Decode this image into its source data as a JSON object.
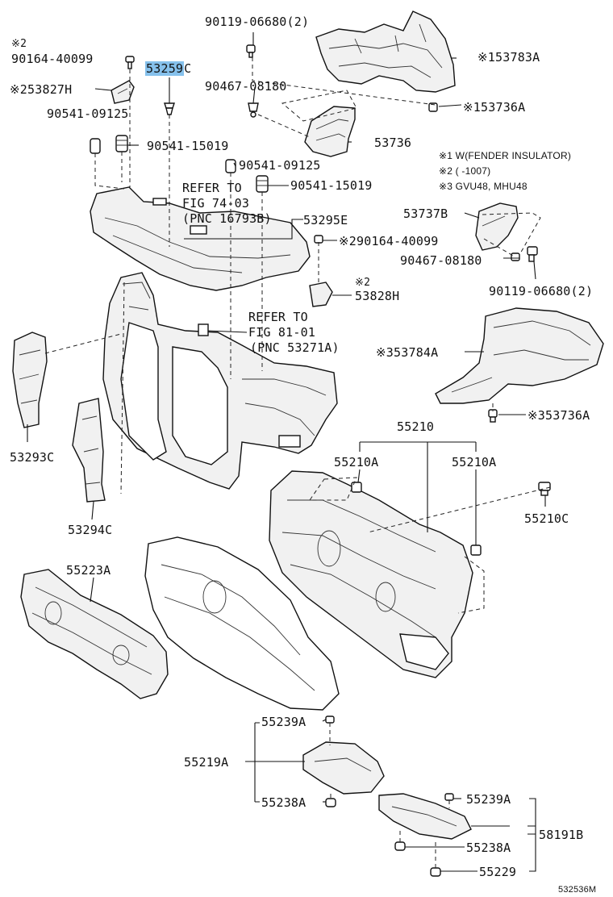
{
  "diagram": {
    "labels": {
      "note_90164_40099_a": "※2",
      "part_90164_40099_a": "90164-40099",
      "part_53259c_num": "53259",
      "part_53259c_suf": "C",
      "part_90119_06680_a": "90119-06680(2)",
      "part_53783a": "※153783A",
      "part_53827h": "※253827H",
      "part_90467_08180_a": "90467-08180",
      "part_53736a_a": "※153736A",
      "part_90541_09125_a": "90541-09125",
      "part_53736": "53736",
      "part_90541_15019_a": "90541-15019",
      "part_90541_09125_b": "90541-09125",
      "part_90541_15019_b": "90541-15019",
      "refer_fig74_l1": "REFER TO",
      "refer_fig74_l2": "FIG 74-03",
      "refer_fig74_l3": "(PNC 16793B)",
      "part_53295e": "53295E",
      "part_53737b": "53737B",
      "part_90164_40099_b": "※290164-40099",
      "part_90467_08180_b": "90467-08180",
      "part_90119_06680_b": "90119-06680(2)",
      "note_53828h": "※2",
      "part_53828h": "53828H",
      "refer_fig81_l1": "REFER TO",
      "refer_fig81_l2": "FIG 81-01",
      "refer_fig81_l3": "(PNC 53271A)",
      "part_53784a": "※353784A",
      "part_53293c": "53293C",
      "part_53736a_b": "※353736A",
      "part_55210": "55210",
      "part_55210a_left": "55210A",
      "part_55210a_right": "55210A",
      "part_55210c": "55210C",
      "part_53294c": "53294C",
      "part_55223a": "55223A",
      "part_55239a_a": "55239A",
      "part_55219a": "55219A",
      "part_55238a_a": "55238A",
      "part_55239a_b": "55239A",
      "part_58191b": "58191B",
      "part_55238a_b": "55238A",
      "part_55229": "55229",
      "footer_code": "532536M"
    },
    "legend": {
      "line1": "※1 W(FENDER INSULATOR)",
      "line2": "※2 (      -1007)",
      "line3": "※3 GVU48, MHU48"
    },
    "highlight_color": "#86c1ec"
  }
}
